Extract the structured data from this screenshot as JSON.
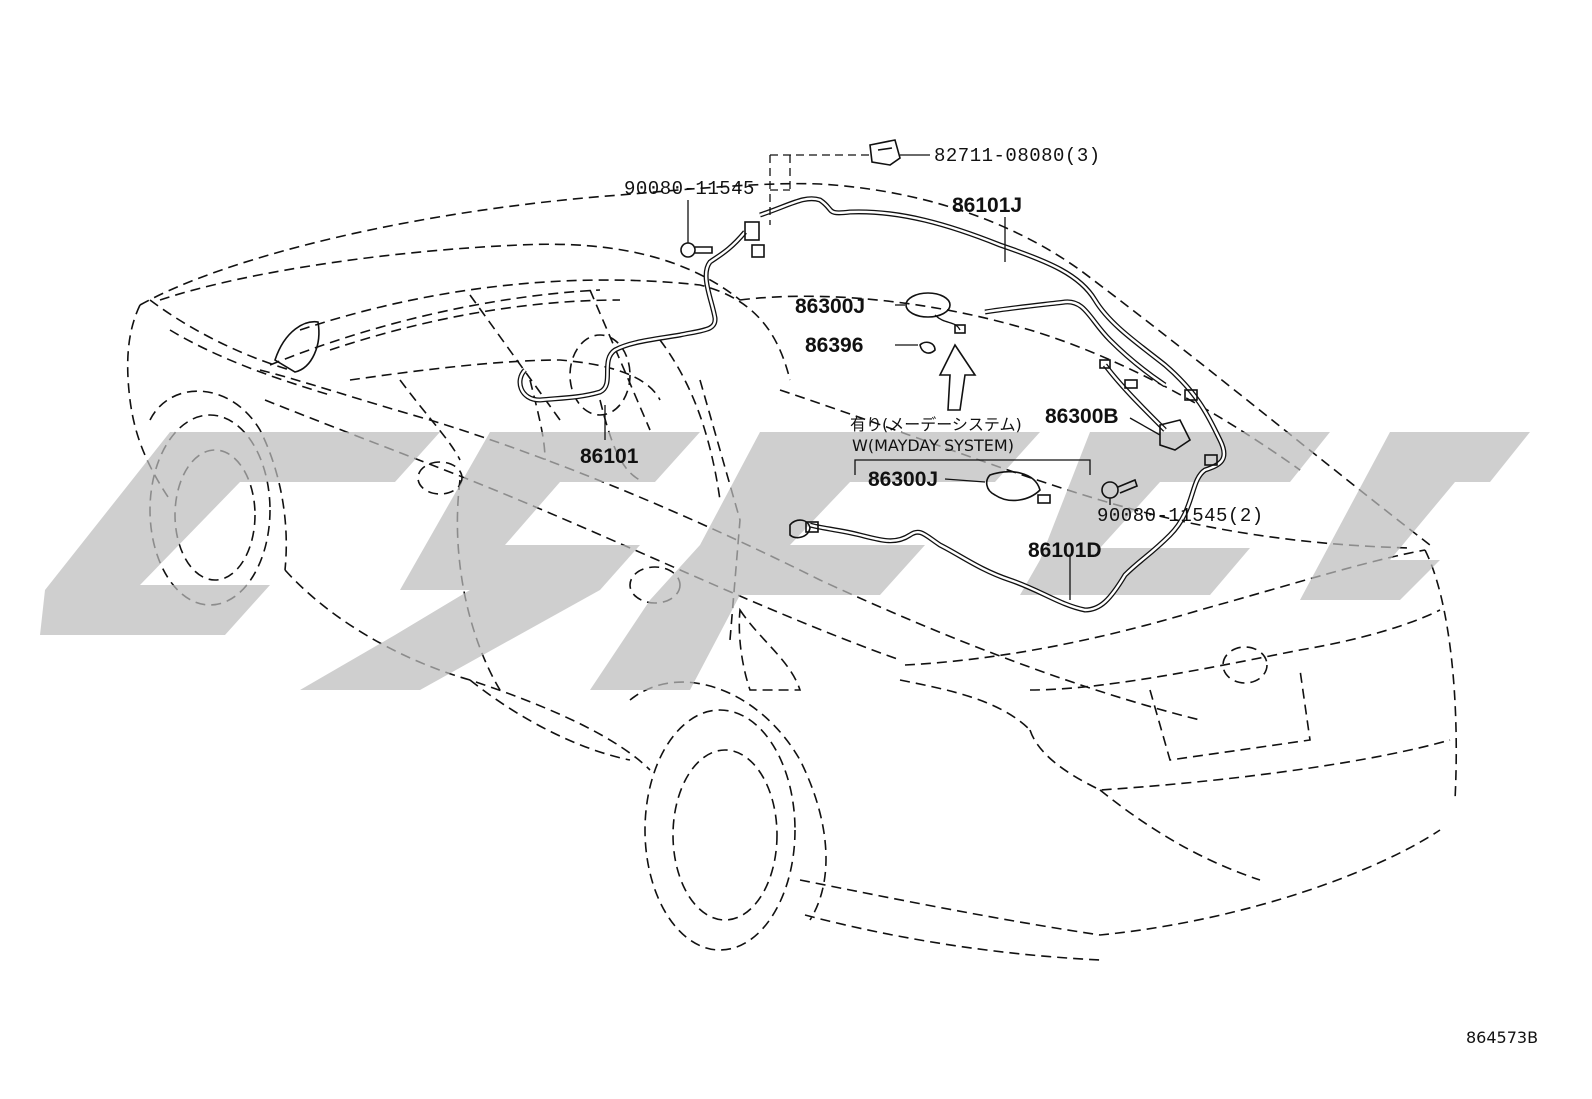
{
  "diagram": {
    "parts": {
      "clip": "82711-08080(3)",
      "bolt_upper": "90080-11545",
      "harness_roof": "86101J",
      "antenna_a": "86300J",
      "pad": "86396",
      "harness_front": "86101",
      "antenna_rear": "86300B",
      "bolt_lower": "90080-11545(2)",
      "antenna_mayday": "86300J",
      "harness_rear": "86101D"
    },
    "note": {
      "jp": "有り(メーデーシステム)",
      "en": "W(MAYDAY SYSTEM)"
    },
    "diagram_id": "864573B",
    "watermark_color": "#bdbdbd"
  }
}
